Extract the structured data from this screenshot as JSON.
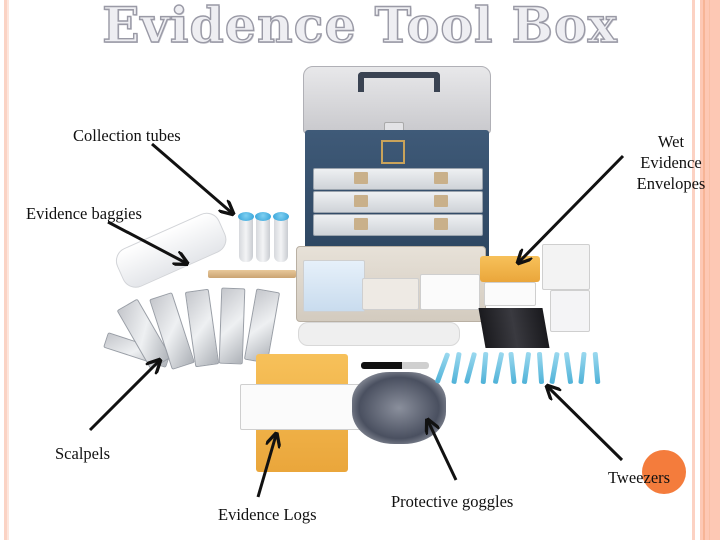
{
  "slide": {
    "title": "Evidence Tool Box",
    "colors": {
      "title_fill": "#eeeef2",
      "title_outline": "#9a9aa6",
      "stripe_light": "#fbd8cc",
      "stripe_peach": "#fdc8b4",
      "stripe_dark": "#f9b89c",
      "accent_dot": "#f47c3c",
      "arrow": "#111111"
    }
  },
  "image": {
    "alt": "Photo of an evidence collection tool box with its contents spread out",
    "subject": "evidence-tool-box-kit"
  },
  "labels": [
    {
      "id": "collection-tubes",
      "text": "Collection tubes"
    },
    {
      "id": "wet-evidence-envelopes",
      "lines": [
        "Wet",
        "Evidence",
        "Envelopes"
      ]
    },
    {
      "id": "evidence-baggies",
      "text": "Evidence baggies"
    },
    {
      "id": "scalpels",
      "text": "Scalpels"
    },
    {
      "id": "evidence-logs",
      "text": "Evidence Logs"
    },
    {
      "id": "protective-goggles",
      "text": "Protective goggles"
    },
    {
      "id": "tweezers",
      "text": "Tweezers"
    }
  ]
}
